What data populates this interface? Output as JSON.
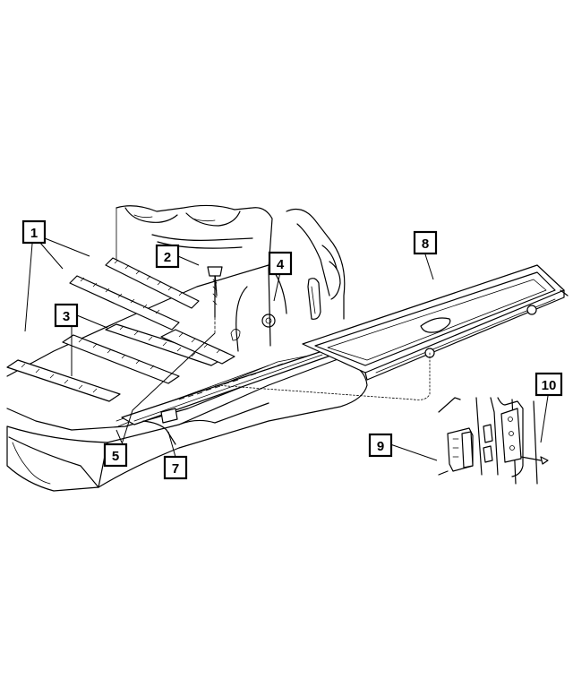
{
  "diagram": {
    "callouts": [
      {
        "id": "c1",
        "label": "1"
      },
      {
        "id": "c2",
        "label": "2"
      },
      {
        "id": "c3",
        "label": "3"
      },
      {
        "id": "c4",
        "label": "4"
      },
      {
        "id": "c5",
        "label": "5"
      },
      {
        "id": "c7",
        "label": "7"
      },
      {
        "id": "c8",
        "label": "8"
      },
      {
        "id": "c9",
        "label": "9"
      },
      {
        "id": "c10",
        "label": "10"
      }
    ]
  }
}
